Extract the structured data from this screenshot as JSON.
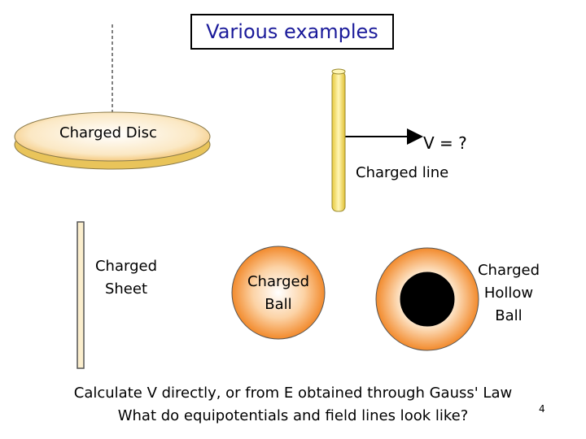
{
  "title": "Various examples",
  "labels": {
    "disc": "Charged Disc",
    "potential": "V = ?",
    "line": "Charged line",
    "sheet_line1": "Charged",
    "sheet_line2": "Sheet",
    "ball_line1": "Charged",
    "ball_line2": "Ball",
    "hollow_line1": "Charged",
    "hollow_line2": "Hollow",
    "hollow_line3": "Ball"
  },
  "footer": {
    "line1": "Calculate V directly, or from E obtained through Gauss' Law",
    "line2": "What do equipotentials and field lines look like?"
  },
  "page_number": "4",
  "colors": {
    "title_text": "#1a1a9a",
    "orange": "#f7a04f",
    "rod_gold": "#f5e36a"
  }
}
